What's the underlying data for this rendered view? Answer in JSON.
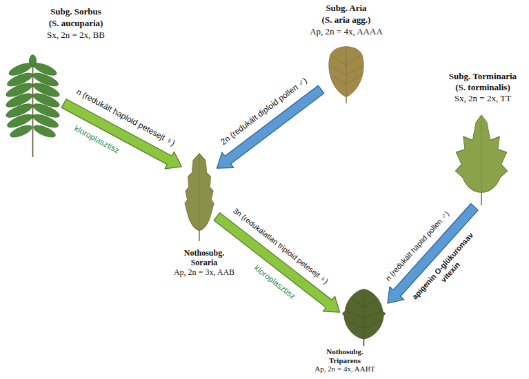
{
  "diagram": {
    "nodes": [
      {
        "text": [
          "Subg. Sorbus",
          "(S. aucuparia)",
          "Sx, 2n = 2x, BB"
        ]
      },
      {
        "text": [
          "Subg. Aria",
          "(S. aria agg.)",
          "Ap, 2n = 4x, AAAA"
        ]
      },
      {
        "text": [
          "Subg. Torminaria",
          "(S. torminalis)",
          "Sx, 2n = 2x, TT"
        ]
      },
      {
        "text": [
          "Nothosubg. Soraria",
          "Ap, 2n = 3x, AAB"
        ]
      },
      {
        "text": [
          "Nothosubg. Triparens",
          "Ap, 2n = 4x, AABT"
        ]
      }
    ],
    "edges": [
      {
        "from": 0,
        "to": 3,
        "arrow": "to",
        "label": "n (redukált haploid petesejt ♀)"
      },
      {
        "from": 1,
        "to": 3,
        "arrow": "to",
        "label": "2n (redukált diploid pollen ♂)"
      },
      {
        "from": 3,
        "to": 4,
        "arrow": "to",
        "label": "3n (redukálatlan triploid petesejt ♀)"
      },
      {
        "from": 2,
        "to": 4,
        "arrow": "to",
        "label": "n (redukált haplid pollen ♂)"
      }
    ],
    "labels": [
      "kloroplasztisz",
      "kloroplasztisz",
      "apigenin O-glükuronsav",
      "vitexin"
    ]
  }
}
